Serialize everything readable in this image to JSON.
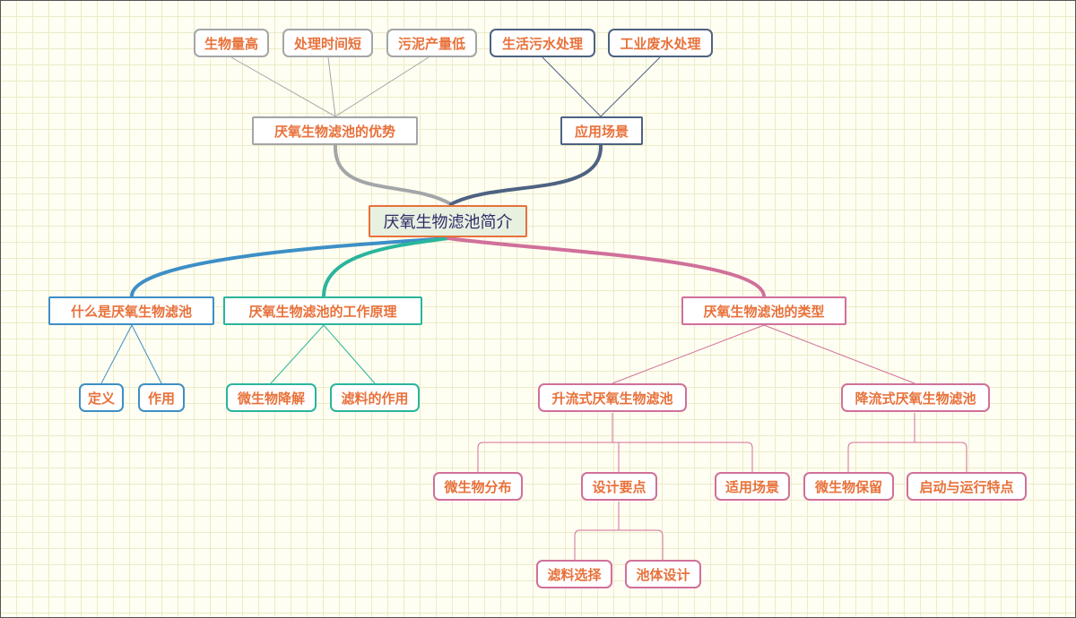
{
  "root": {
    "label": "厌氧生物滤池简介"
  },
  "advantages": {
    "label": "厌氧生物滤池的优势",
    "items": [
      "生物量高",
      "处理时间短",
      "污泥产量低"
    ]
  },
  "scenarios": {
    "label": "应用场景",
    "items": [
      "生活污水处理",
      "工业废水处理"
    ]
  },
  "definition": {
    "label": "什么是厌氧生物滤池",
    "items": [
      "定义",
      "作用"
    ]
  },
  "principle": {
    "label": "厌氧生物滤池的工作原理",
    "items": [
      "微生物降解",
      "滤料的作用"
    ]
  },
  "types": {
    "label": "厌氧生物滤池的类型",
    "upflow": {
      "label": "升流式厌氧生物滤池",
      "items": [
        "微生物分布",
        "设计要点",
        "适用场景"
      ],
      "design_points": [
        "滤料选择",
        "池体设计"
      ]
    },
    "downflow": {
      "label": "降流式厌氧生物滤池",
      "items": [
        "微生物保留",
        "启动与运行特点"
      ]
    }
  },
  "colors": {
    "gray": "#a3a6a8",
    "navy": "#4e6282",
    "blue": "#3d8fc6",
    "teal": "#2ab59c",
    "pink": "#d0709a",
    "text": "#e8713a"
  }
}
